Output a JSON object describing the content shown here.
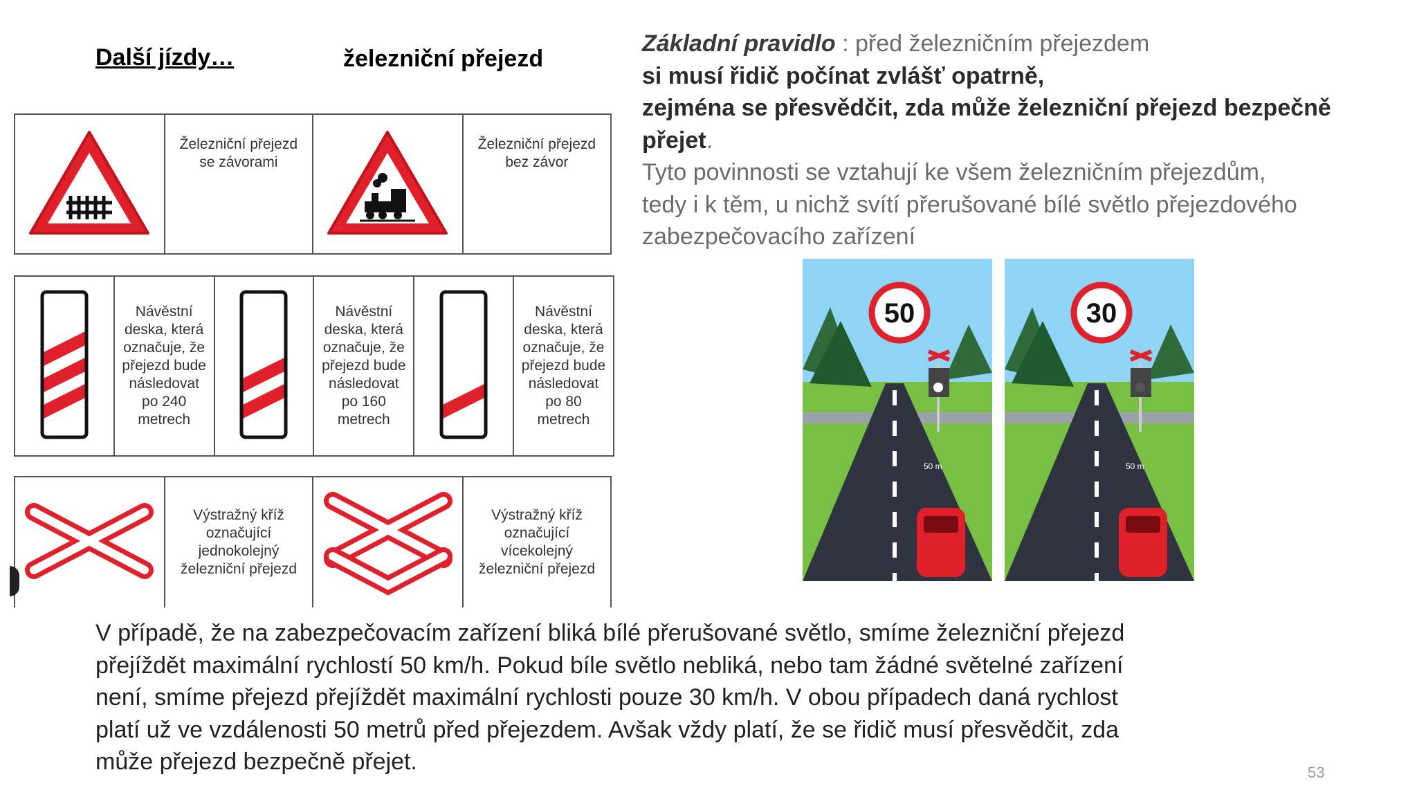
{
  "header": {
    "left": "Další jízdy…",
    "middle": "železniční přejezd"
  },
  "rule": {
    "intro_label": "Základní pravidlo",
    "intro_rest": " : před železničním přejezdem",
    "line2": "si musí řidič počínat zvlášť opatrně,",
    "line3": "zejména se přesvědčit, zda může železniční přejezd bezpečně přejet",
    "line3_end": ".",
    "line4": "Tyto povinnosti se vztahují ke všem železničním přejezdům,",
    "line5": "tedy i k těm, u nichž svítí přerušované bílé světlo přejezdového",
    "line6": "zabezpečovacího zařízení"
  },
  "signs": {
    "row1": [
      {
        "caption": "Železniční přejezd se závorami",
        "icon": "crossing-with-barriers-sign-icon"
      },
      {
        "caption": "Železniční přejezd bez závor",
        "icon": "crossing-without-barriers-sign-icon"
      }
    ],
    "row2": [
      {
        "caption": "Návěstní deska, která označuje, že přejezd bude následovat po 240 metrech",
        "icon": "countdown-board-3-stripes-icon"
      },
      {
        "caption": "Návěstní deska, která označuje, že přejezd bude následovat po 160 metrech",
        "icon": "countdown-board-2-stripes-icon"
      },
      {
        "caption": "Návěstní deska, která označuje, že přejezd bude následovat po 80 metrech",
        "icon": "countdown-board-1-stripe-icon"
      }
    ],
    "row3": [
      {
        "caption": "Výstražný kříž označující jednokolejný železniční přejezd",
        "icon": "single-track-cross-icon"
      },
      {
        "caption": "Výstražný kříž označující vícekolejný železniční přejezd",
        "icon": "multi-track-cross-icon"
      }
    ]
  },
  "photos": [
    {
      "speed": "50",
      "distance_label": "50 m"
    },
    {
      "speed": "30",
      "distance_label": "50 m"
    }
  ],
  "bottom": {
    "l1": "V případě, že na zabezpečovacím zařízení bliká bílé přerušované světlo, smíme železniční přejezd",
    "l2": "přejíždět maximální rychlostí 50 km/h. Pokud bíle světlo nebliká, nebo tam žádné světelné zařízení",
    "l3": "není, smíme přejezd přejíždět maximální rychlosti pouze 30 km/h. V obou případech daná rychlost",
    "l4": "platí už ve vzdálenosti 50 metrů před přejezdem. Avšak vždy platí, že se řidič musí přesvědčit, zda",
    "l5": "může přejezd bezpečně přejet."
  },
  "page_number": "53",
  "colors": {
    "sign_red": "#e0202a",
    "sky": "#8fd3f5",
    "grass": "#78c043",
    "road": "#2f3440"
  }
}
